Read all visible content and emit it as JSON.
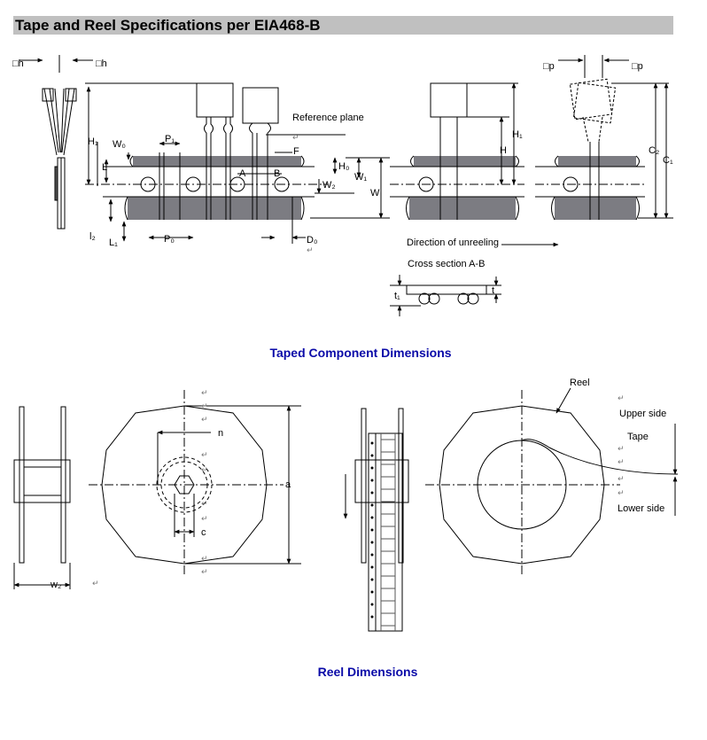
{
  "header": {
    "title": "Tape and Reel Specifications per EIA468-B"
  },
  "taped_section": {
    "caption": "Taped Component Dimensions",
    "labels": {
      "dh_left": "□h",
      "dh_right": "□h",
      "dp_left": "□p",
      "dp_right": "□p",
      "h1_left": "H₁",
      "w0": "W₀",
      "p1": "P₁",
      "l": "L",
      "l2": "l₂",
      "l1": "L₁",
      "p0": "P₀",
      "d0": "D₀",
      "a": "A",
      "b": "B",
      "f": "F",
      "h0": "H₀",
      "w1": "W₁",
      "w2": "W₂",
      "w": "W",
      "reference_plane": "Reference plane",
      "h1_right": "H₁",
      "h": "H",
      "c2": "C₂",
      "c1": "C₁",
      "direction": "Direction of unreeling",
      "cross_section": "Cross section A-B",
      "t1": "t₁",
      "t": "t"
    }
  },
  "reel_section": {
    "caption": "Reel Dimensions",
    "labels": {
      "n": "n",
      "a": "a",
      "c": "c",
      "w2": "w₂",
      "reel": "Reel",
      "upper_side": "Upper side",
      "tape": "Tape",
      "lower_side": "Lower side"
    }
  }
}
